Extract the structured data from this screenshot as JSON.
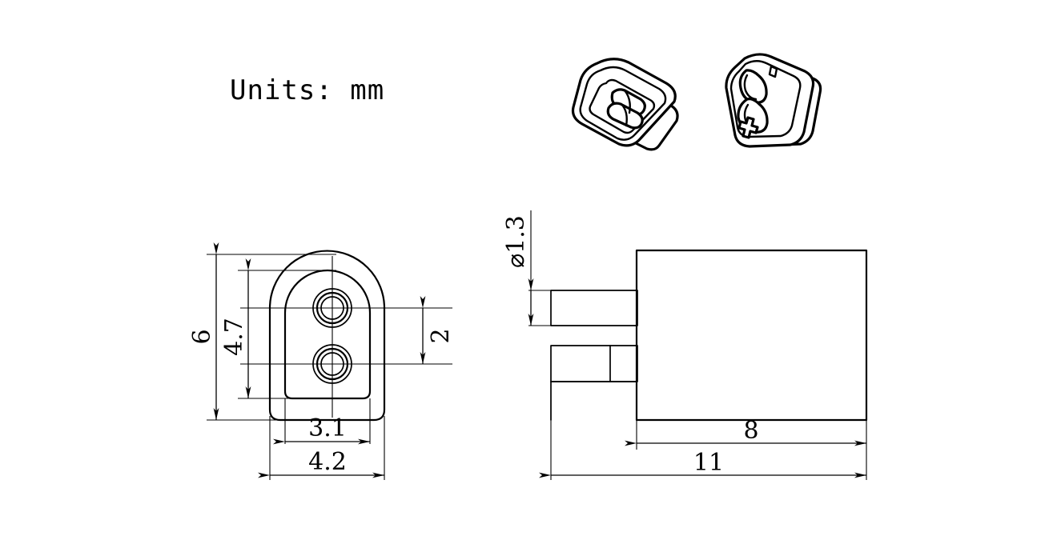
{
  "drawing": {
    "title": "Units: mm",
    "units": "mm",
    "views": {
      "iso_front": {
        "name": "isometric-front-view",
        "description": "3D view of connector front face with two pins"
      },
      "iso_rear": {
        "name": "isometric-rear-view",
        "description": "3D view of connector rear with two sockets and plus polarity mark"
      },
      "front": {
        "name": "front-elevation-view",
        "description": "Front view, D-shaped housing with two concentric pin bores"
      },
      "side": {
        "name": "side-elevation-view",
        "description": "Side view, rectangular body with two pins extending left"
      }
    },
    "dimensions": {
      "overall_height": "6",
      "inner_height": "4.7",
      "pin_pitch": "2",
      "inner_width": "3.1",
      "overall_width": "4.2",
      "pin_diameter": "⌀1.3",
      "body_length": "8",
      "overall_length": "11"
    },
    "markers": {
      "polarity_plus": "+"
    },
    "colors": {
      "line": "#000000",
      "background": "#ffffff"
    }
  }
}
